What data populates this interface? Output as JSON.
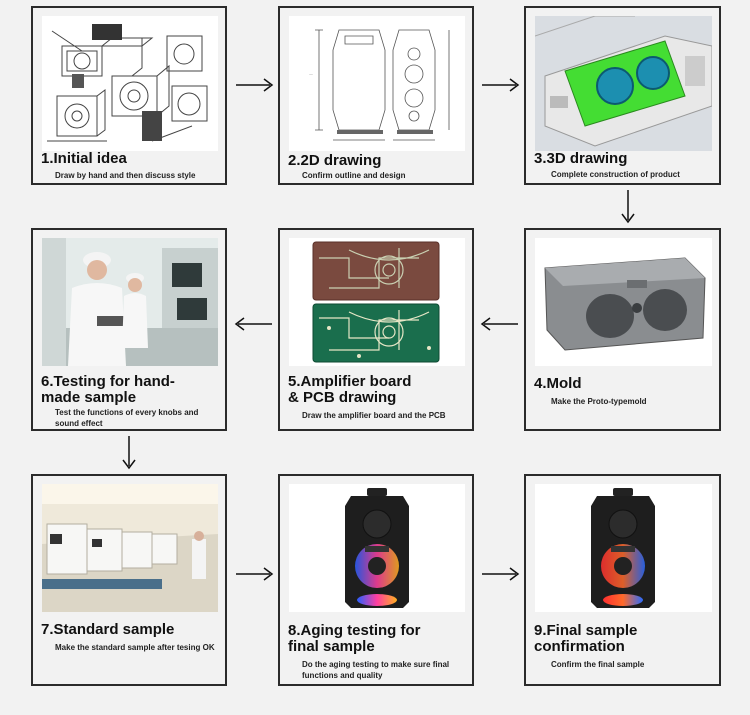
{
  "steps": [
    {
      "title": "1.Initial idea",
      "desc": "Draw by hand and then discuss style",
      "image": "hand-sketch"
    },
    {
      "title": "2.2D drawing",
      "desc": "Confirm outline and design",
      "image": "2d-technical-drawing"
    },
    {
      "title": "3.3D drawing",
      "desc": "Complete construction of product",
      "image": "3d-cad-render"
    },
    {
      "title": "4.Mold",
      "desc": "Make the Proto-typemold",
      "image": "plastic-mold"
    },
    {
      "title": "5.Amplifier board\n& PCB drawing",
      "desc": "Draw the amplifier board and the PCB",
      "image": "pcb-boards"
    },
    {
      "title": "6.Testing for hand-\nmade sample",
      "desc": "Test the functions of every knobs and\nsound effect",
      "image": "factory-testing"
    },
    {
      "title": "7.Standard sample",
      "desc": "Make the standard sample after tesing OK",
      "image": "production-line"
    },
    {
      "title": "8.Aging testing for\nfinal sample",
      "desc": "Do the aging testing to make sure final\nfunctions and quality",
      "image": "speaker-product"
    },
    {
      "title": "9.Final sample\nconfirmation",
      "desc": "Confirm the final sample",
      "image": "speaker-product"
    }
  ],
  "colors": {
    "border": "#2b2b2b",
    "background": "#f2f2f2",
    "arrow": "#111111"
  }
}
